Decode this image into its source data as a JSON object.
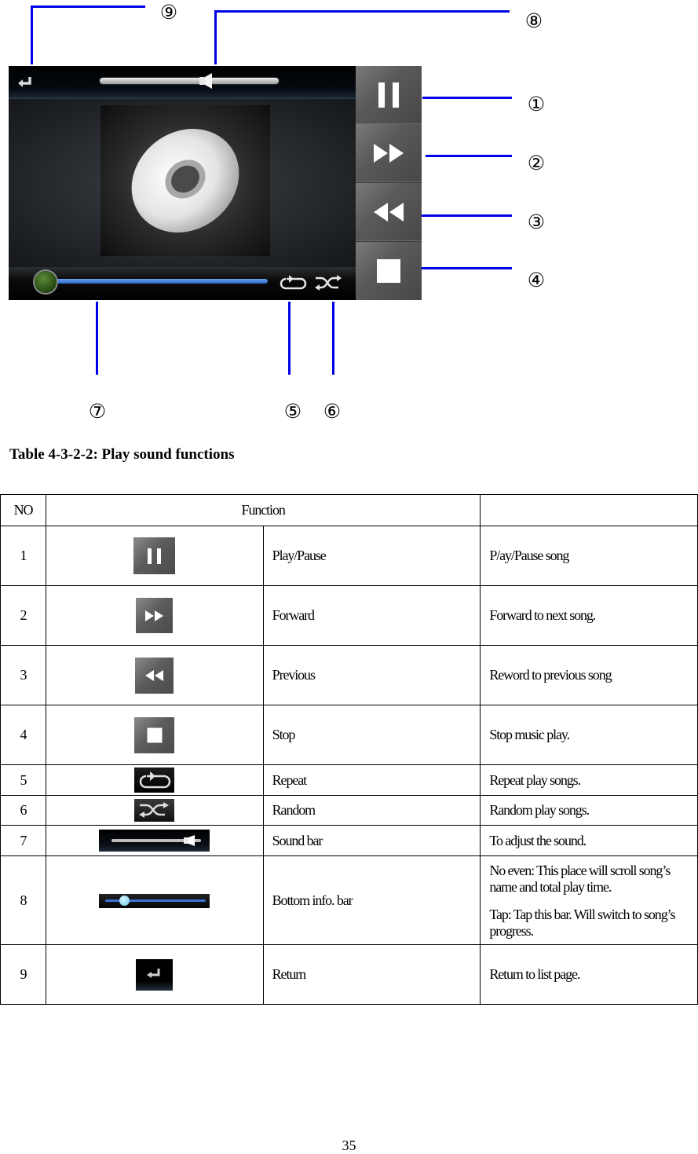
{
  "figure": {
    "callouts": [
      {
        "n": "①",
        "target": "pause-button"
      },
      {
        "n": "②",
        "target": "forward-button"
      },
      {
        "n": "③",
        "target": "previous-button"
      },
      {
        "n": "④",
        "target": "stop-button"
      },
      {
        "n": "⑤",
        "target": "repeat-button"
      },
      {
        "n": "⑥",
        "target": "random-button"
      },
      {
        "n": "⑦",
        "target": "bottom-info-bar"
      },
      {
        "n": "⑧",
        "target": "sound-bar"
      },
      {
        "n": "⑨",
        "target": "return-button"
      }
    ],
    "player": {
      "volume_percent": 60,
      "progress_percent": 3,
      "colors": {
        "progress": "#3f7fe0",
        "knob": "#2f5517",
        "callout_line": "#0000e6"
      }
    }
  },
  "caption": "Table 4-3-2-2: Play sound functions",
  "table": {
    "headers": {
      "no": "NO",
      "function": "Function",
      "description": ""
    },
    "rows": [
      {
        "no": "1",
        "icon": "pause-icon",
        "name": "Play/Pause",
        "desc": [
          "P/ay/Pause song"
        ]
      },
      {
        "no": "2",
        "icon": "fast-forward-icon",
        "name": "Forward",
        "desc": [
          "Forward to next song."
        ]
      },
      {
        "no": "3",
        "icon": "rewind-icon",
        "name": "Previous",
        "desc": [
          "Reword to previous song"
        ]
      },
      {
        "no": "4",
        "icon": "stop-icon",
        "name": "Stop",
        "desc": [
          "Stop music play."
        ]
      },
      {
        "no": "5",
        "icon": "repeat-icon",
        "name": "Repeat",
        "desc": [
          "Repeat play songs."
        ]
      },
      {
        "no": "6",
        "icon": "shuffle-icon",
        "name": "Random",
        "desc": [
          "Random play songs."
        ]
      },
      {
        "no": "7",
        "icon": "volume-slider-icon",
        "name": "Sound bar",
        "desc": [
          "To adjust the sound."
        ]
      },
      {
        "no": "8",
        "icon": "progress-bar-icon",
        "name": "Bottom info. bar",
        "desc": [
          "No even: This place will scroll song’s name and total play time.",
          "Tap: Tap this bar. Will switch to song’s progress."
        ]
      },
      {
        "no": "9",
        "icon": "return-icon",
        "name": "Return",
        "desc": [
          "Return to list page."
        ]
      }
    ]
  },
  "page_number": "35"
}
